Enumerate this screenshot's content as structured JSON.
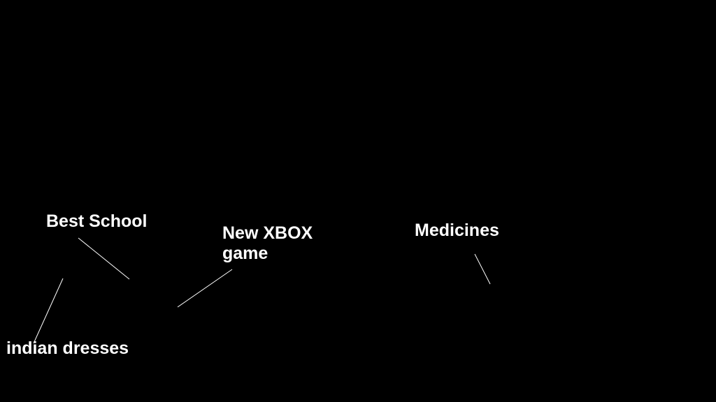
{
  "annotations": {
    "best_school": "Best School",
    "new_xbox_game": "New XBOX\ngame",
    "medicines": "Medicines",
    "indian_dresses": "indian dresses"
  },
  "colors": {
    "background": "#000000",
    "foreground": "#ffffff"
  }
}
